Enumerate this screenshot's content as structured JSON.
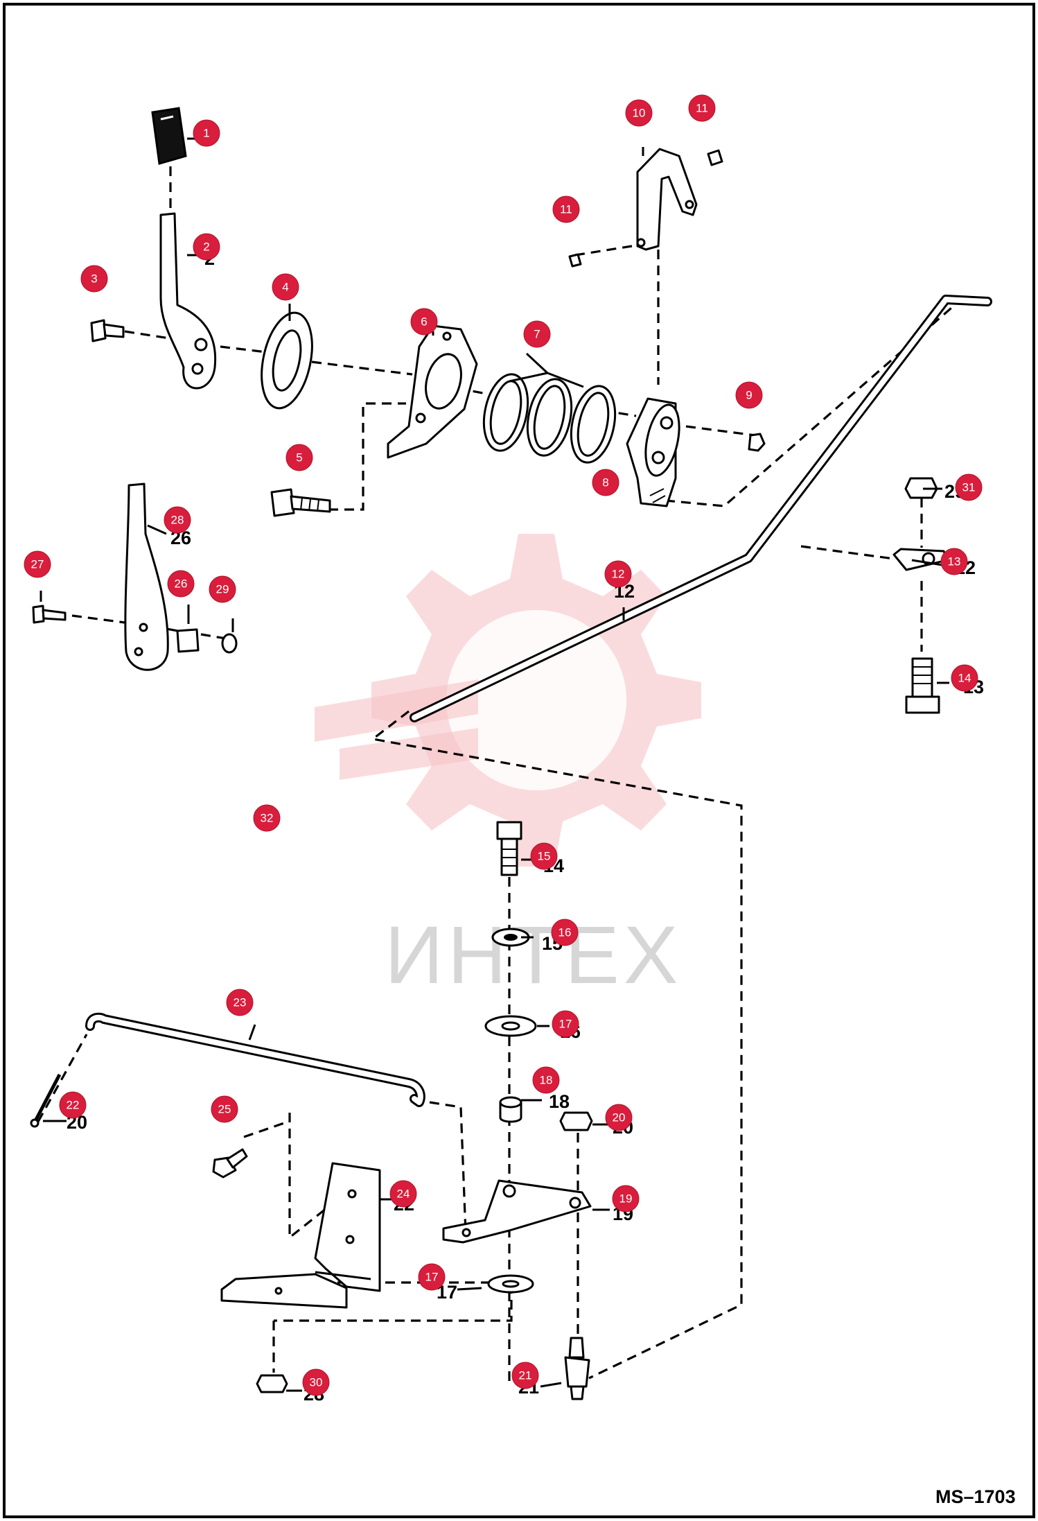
{
  "watermark": {
    "text": "ИНТЕХ"
  },
  "diagram_code": "MS–1703",
  "colors": {
    "callout": "#d81e3c",
    "watermark_gear": "#f6c3c6",
    "line": "#000000"
  },
  "callouts": [
    {
      "id": "c1",
      "label": "1"
    },
    {
      "id": "c2",
      "label": "2"
    },
    {
      "id": "c3",
      "label": "3"
    },
    {
      "id": "c4",
      "label": "4"
    },
    {
      "id": "c5",
      "label": "5"
    },
    {
      "id": "c6",
      "label": "6"
    },
    {
      "id": "c7",
      "label": "7"
    },
    {
      "id": "c8",
      "label": "8"
    },
    {
      "id": "c9",
      "label": "9"
    },
    {
      "id": "c10",
      "label": "10"
    },
    {
      "id": "c11a",
      "label": "11"
    },
    {
      "id": "c11b",
      "label": "11"
    },
    {
      "id": "c12",
      "label": "12"
    },
    {
      "id": "c13",
      "label": "13"
    },
    {
      "id": "c14",
      "label": "14"
    },
    {
      "id": "c15",
      "label": "15"
    },
    {
      "id": "c16",
      "label": "16"
    },
    {
      "id": "c17a",
      "label": "17"
    },
    {
      "id": "c17b",
      "label": "17"
    },
    {
      "id": "c18",
      "label": "18"
    },
    {
      "id": "c19",
      "label": "19"
    },
    {
      "id": "c20",
      "label": "20"
    },
    {
      "id": "c21",
      "label": "21"
    },
    {
      "id": "c22",
      "label": "22"
    },
    {
      "id": "c23",
      "label": "23"
    },
    {
      "id": "c24",
      "label": "24"
    },
    {
      "id": "c25",
      "label": "25"
    },
    {
      "id": "c26",
      "label": "26"
    },
    {
      "id": "c27",
      "label": "27"
    },
    {
      "id": "c28",
      "label": "28"
    },
    {
      "id": "c29",
      "label": "29"
    },
    {
      "id": "c30",
      "label": "30"
    },
    {
      "id": "c31",
      "label": "31"
    },
    {
      "id": "c32",
      "label": "32"
    }
  ]
}
